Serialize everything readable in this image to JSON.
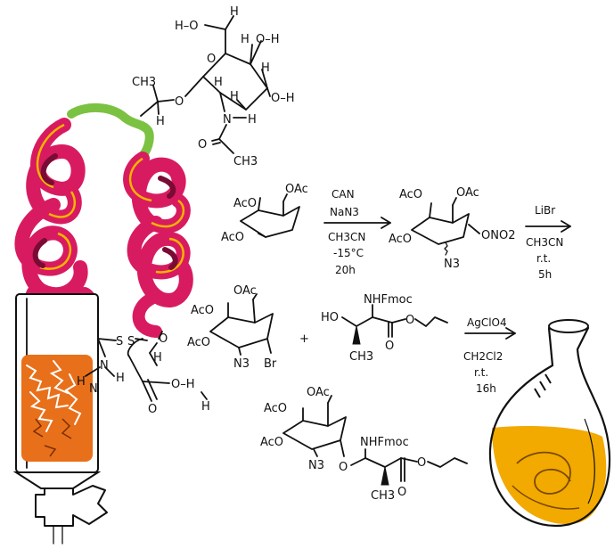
{
  "colors": {
    "ink": "#111111",
    "helix": "#d81b60",
    "helix_dark": "#7a0b34",
    "helix_edge": "#f4b400",
    "linker": "#7cc242",
    "resin": "#e8701a",
    "flask_fill": "#f2a900"
  },
  "glycan": {
    "ho_ch2": "H–O",
    "h_top": "H",
    "oh_right_top": "O–H",
    "oh_right_bot": "O–H",
    "h_side_a": "H",
    "h_side_b": "H",
    "h_side_c": "H",
    "h_side_d": "H",
    "ring_o": "O",
    "ch3": "CH3",
    "link_o": "O",
    "link_h": "H",
    "nh_n": "N",
    "nh_h": "H",
    "amide_o": "O",
    "amide_ch3": "CH3"
  },
  "peptide_anchor": {
    "s1": "S",
    "s2": "S",
    "o_carbonyl": "O",
    "n": "N",
    "h1": "H",
    "h2": "H",
    "h3": "H",
    "n2": "N",
    "o_acid": "O",
    "oh": "O–H",
    "h_bottom": "H"
  },
  "step1": {
    "reactant_aco1": "AcO",
    "reactant_aco2": "AcO",
    "reactant_oac": "OAc",
    "reagents_top": [
      "CAN",
      "NaN3"
    ],
    "conditions_bottom": [
      "CH3CN",
      "-15°C",
      "20h"
    ],
    "product_aco1": "AcO",
    "product_aco2": "AcO",
    "product_oac": "OAc",
    "product_ono2": "ONO2",
    "product_n3": "N3"
  },
  "step2": {
    "reagent_top": "LiBr",
    "conditions_bottom": [
      "CH3CN",
      "r.t.",
      "5h"
    ]
  },
  "step3": {
    "bromide_aco1": "AcO",
    "bromide_aco2": "AcO",
    "bromide_oac": "OAc",
    "bromide_n3": "N3",
    "bromide_br": "Br",
    "plus": "+",
    "aa_nhfmoc": "NHFmoc",
    "aa_ho": "HO",
    "aa_ch3": "CH3",
    "aa_o": "O",
    "aa_o2": "O",
    "reagent_top": "AgClO4",
    "conditions_bottom": [
      "CH2Cl2",
      "r.t.",
      "16h"
    ]
  },
  "product": {
    "aco1": "AcO",
    "aco2": "AcO",
    "oac": "OAc",
    "n3": "N3",
    "link_o": "O",
    "nhfmoc": "NHFmoc",
    "ch3": "CH3",
    "o_carbonyl": "O",
    "o_ester": "O"
  }
}
